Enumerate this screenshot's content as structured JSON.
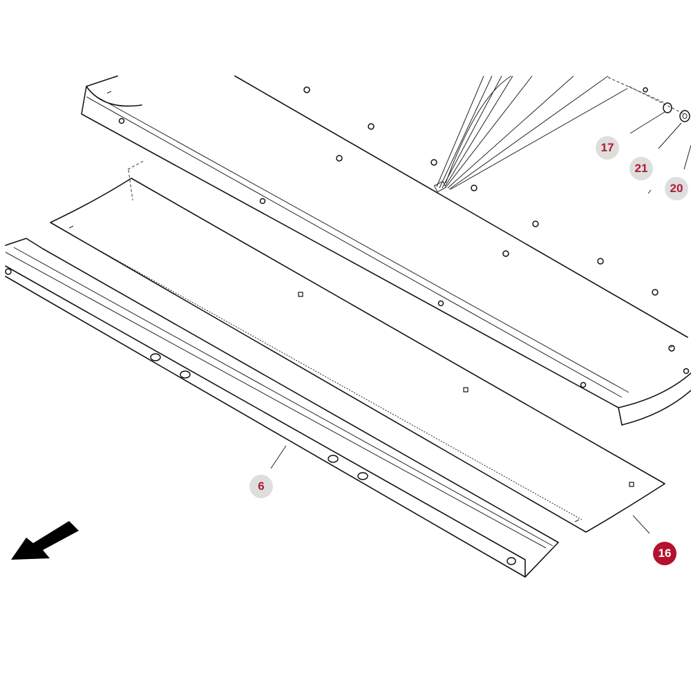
{
  "callouts": [
    {
      "id": "callout-17",
      "label": "17",
      "active": false
    },
    {
      "id": "callout-21",
      "label": "21",
      "active": false
    },
    {
      "id": "callout-20",
      "label": "20",
      "active": false
    },
    {
      "id": "callout-6",
      "label": "6",
      "active": false
    },
    {
      "id": "callout-16",
      "label": "16",
      "active": true
    }
  ],
  "colors": {
    "badge_bg": "#dedede",
    "badge_text": "#b01a32",
    "active_badge_bg": "#b3112e",
    "active_badge_text": "#ffffff",
    "line": "#111111"
  },
  "icons": {
    "direction_arrow": "arrow-down-left-icon"
  }
}
